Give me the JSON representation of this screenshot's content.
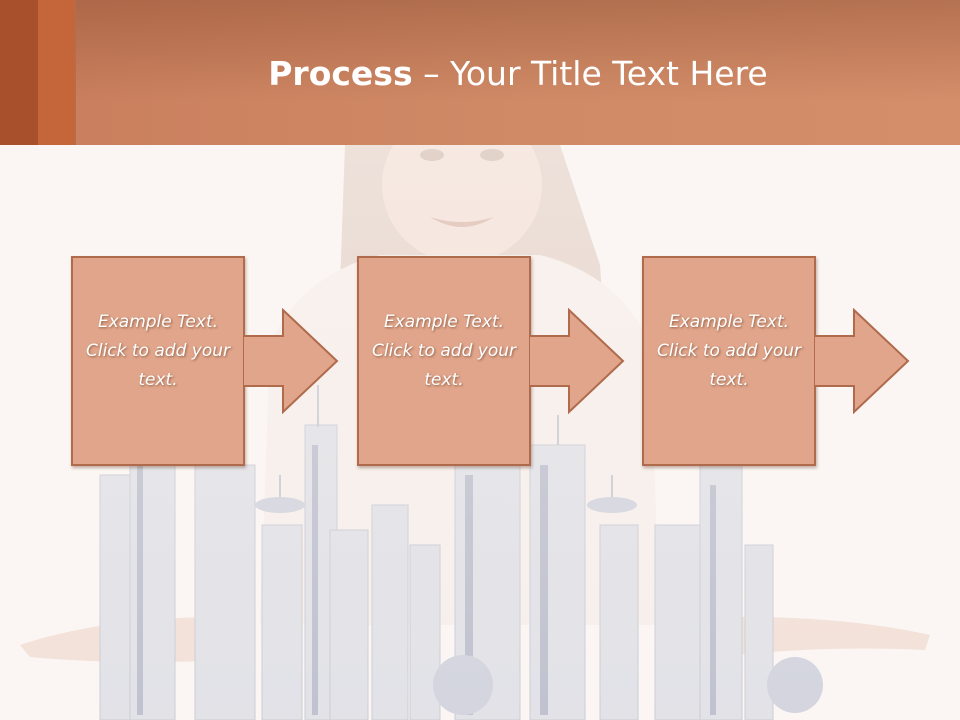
{
  "slide": {
    "title_bold": "Process",
    "title_dash": "–",
    "title_rest": "Your Title Text Here"
  },
  "steps": [
    {
      "text": "Example Text. Click to add your text."
    },
    {
      "text": "Example Text. Click to add your text."
    },
    {
      "text": "Example Text. Click to add your text."
    }
  ],
  "colors": {
    "header": "#d08a66",
    "accent_dark": "#a8502b",
    "accent_mid": "#c4663a",
    "box_fill": "#e0a58a",
    "box_border": "#b06a4c"
  }
}
